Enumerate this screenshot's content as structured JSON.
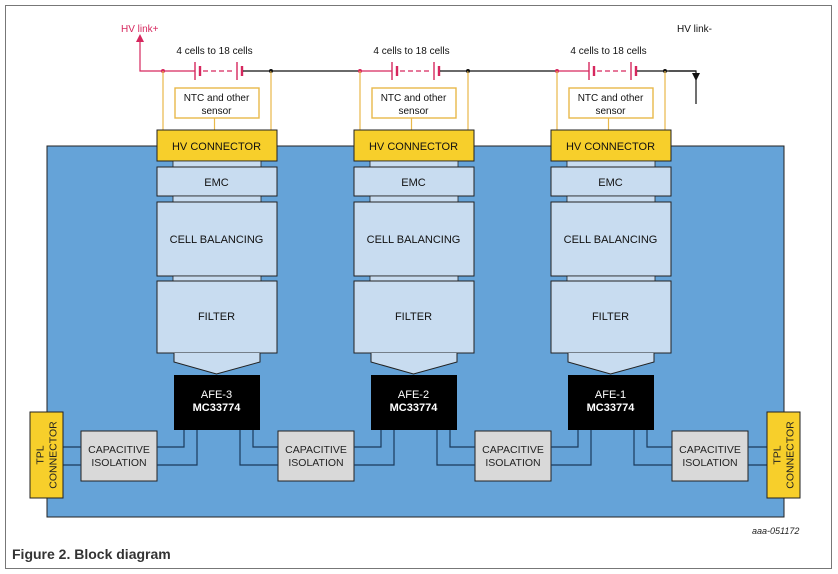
{
  "figure": {
    "caption": "Figure 2.  Block diagram",
    "doc_id": "aaa-051172"
  },
  "terminals": {
    "hv_plus": "HV link+",
    "hv_minus": "HV link-"
  },
  "colors": {
    "board": "#65a3d8",
    "block_light": "#c8dcf0",
    "connector_yellow": "#f7cf2b",
    "afe_black": "#000000",
    "isolation_gray": "#d9d9d9",
    "hv_pink": "#d6275e",
    "sensor_wire": "#e8b84a"
  },
  "channels": [
    {
      "cells_label": "4 cells to 18 cells",
      "sensor_label_1": "NTC and other",
      "sensor_label_2": "sensor",
      "hv_connector": "HV CONNECTOR",
      "emc": "EMC",
      "cell_balancing": "CELL BALANCING",
      "filter": "FILTER",
      "afe_name": "AFE-3",
      "afe_part": "MC33774"
    },
    {
      "cells_label": "4 cells to 18 cells",
      "sensor_label_1": "NTC and other",
      "sensor_label_2": "sensor",
      "hv_connector": "HV CONNECTOR",
      "emc": "EMC",
      "cell_balancing": "CELL BALANCING",
      "filter": "FILTER",
      "afe_name": "AFE-2",
      "afe_part": "MC33774"
    },
    {
      "cells_label": "4 cells to 18 cells",
      "sensor_label_1": "NTC and other",
      "sensor_label_2": "sensor",
      "hv_connector": "HV CONNECTOR",
      "emc": "EMC",
      "cell_balancing": "CELL BALANCING",
      "filter": "FILTER",
      "afe_name": "AFE-1",
      "afe_part": "MC33774"
    }
  ],
  "isolation": [
    {
      "line1": "CAPACITIVE",
      "line2": "ISOLATION"
    },
    {
      "line1": "CAPACITIVE",
      "line2": "ISOLATION"
    },
    {
      "line1": "CAPACITIVE",
      "line2": "ISOLATION"
    },
    {
      "line1": "CAPACITIVE",
      "line2": "ISOLATION"
    }
  ],
  "tpl_connectors": [
    {
      "line1": "TPL",
      "line2": "CONNECTOR"
    },
    {
      "line1": "TPL",
      "line2": "CONNECTOR"
    }
  ]
}
